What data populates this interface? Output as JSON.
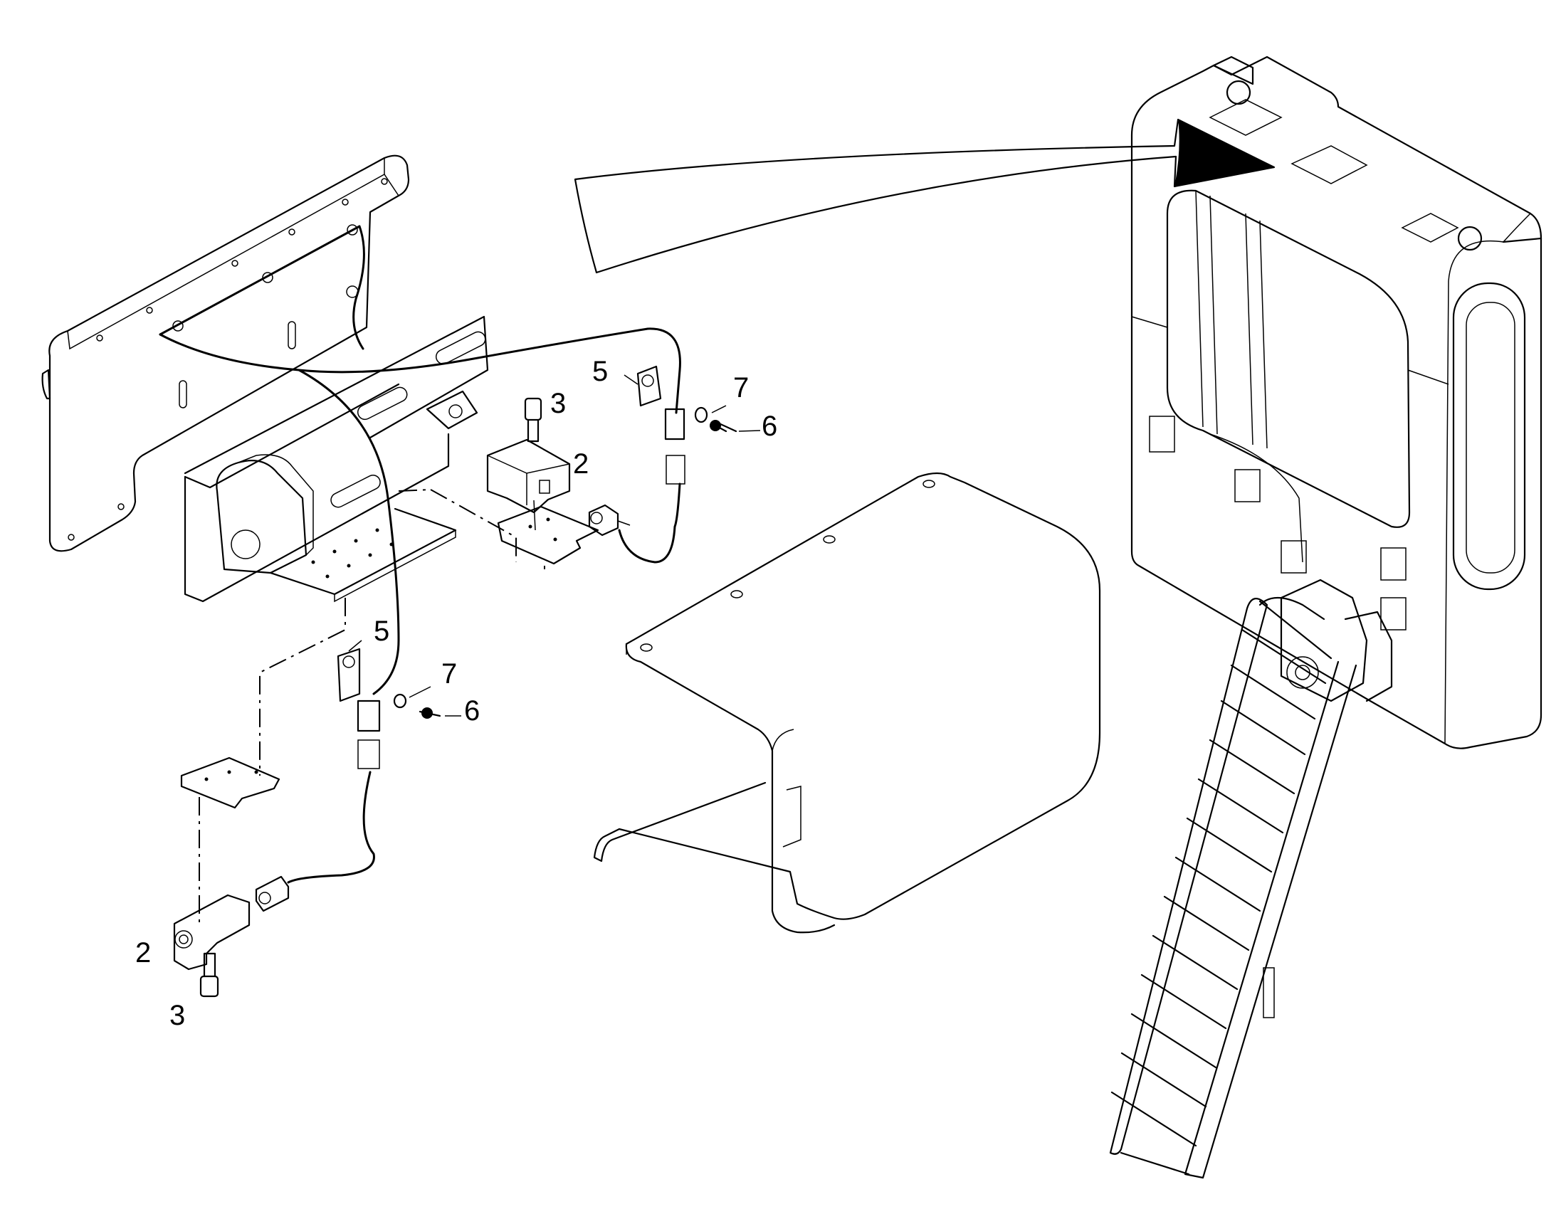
{
  "callouts": [
    {
      "id": "c1",
      "text": "2"
    },
    {
      "id": "c2",
      "text": "3"
    },
    {
      "id": "c3",
      "text": "5"
    },
    {
      "id": "c4",
      "text": "7"
    },
    {
      "id": "c5",
      "text": "6"
    },
    {
      "id": "c6",
      "text": "5"
    },
    {
      "id": "c7",
      "text": "7"
    },
    {
      "id": "c8",
      "text": "6"
    },
    {
      "id": "c9",
      "text": "2"
    },
    {
      "id": "c10",
      "text": "3"
    }
  ],
  "colors": {
    "line": "#000000",
    "background": "#ffffff"
  }
}
